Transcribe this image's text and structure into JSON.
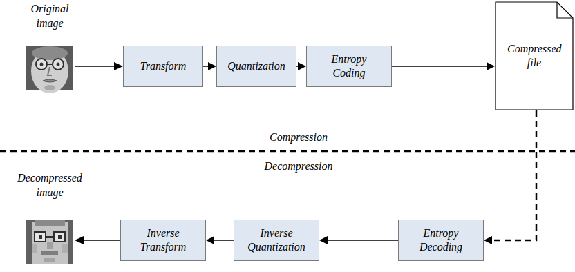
{
  "diagram": {
    "nodes": [
      {
        "text": [
          "Transform"
        ]
      },
      {
        "text": [
          "Quantization"
        ]
      },
      {
        "text": [
          "Entropy Coding"
        ]
      },
      {
        "text": [
          "Compressed file"
        ]
      },
      {
        "text": [
          "Inverse Transform"
        ]
      },
      {
        "text": [
          "Inverse Quantization"
        ]
      },
      {
        "text": [
          "Entropy Decoding"
        ]
      }
    ],
    "edges": [
      {
        "from": 0,
        "to": 1,
        "arrow": "to"
      },
      {
        "from": 1,
        "to": 2,
        "arrow": "to"
      },
      {
        "from": 2,
        "to": 3,
        "arrow": "to"
      },
      {
        "from": 3,
        "to": 6,
        "arrow": "to"
      },
      {
        "from": 6,
        "to": 5,
        "arrow": "to"
      },
      {
        "from": 5,
        "to": 4,
        "arrow": "to"
      }
    ],
    "labels": [
      "Original image",
      "Compression",
      "Decompression",
      "Decompressed image"
    ]
  }
}
